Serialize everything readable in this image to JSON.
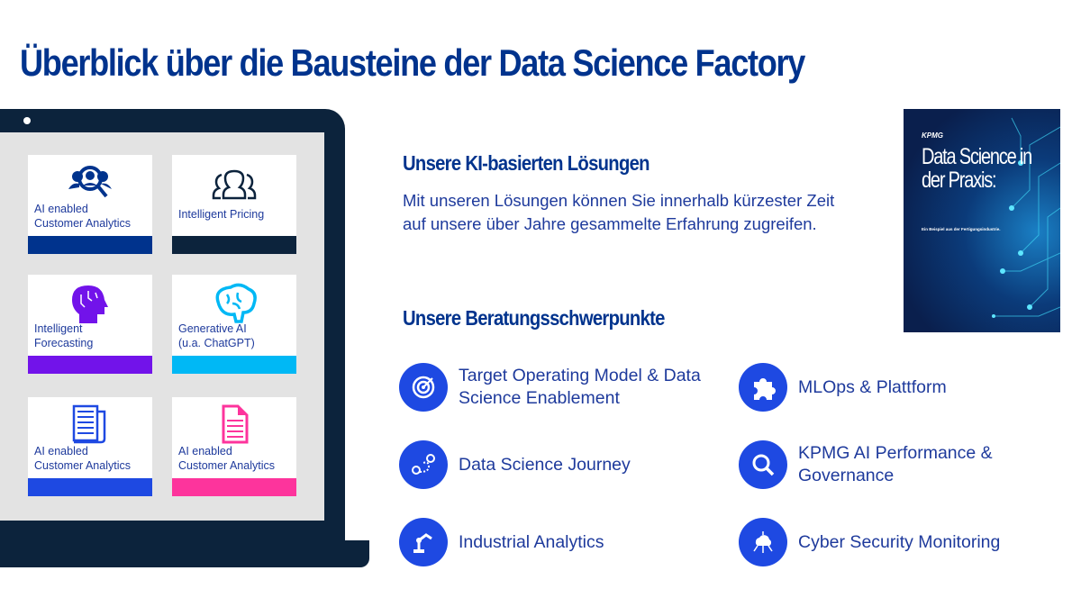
{
  "title": "Überblick über die Bausteine der Data Science Factory",
  "tiles": [
    {
      "label": "AI enabled\nCustomer Analytics",
      "icon": "customer-search-icon",
      "color": "#00338d"
    },
    {
      "label": "Intelligent Pricing",
      "icon": "people-icon",
      "color": "#0c233c"
    },
    {
      "label": "Intelligent\nForecasting",
      "icon": "ai-head-icon",
      "color": "#7213ea"
    },
    {
      "label": "Generative AI\n(u.a. ChatGPT)",
      "icon": "brain-icon",
      "color": "#00b8f5"
    },
    {
      "label": "AI enabled\nCustomer Analytics",
      "icon": "newspaper-icon",
      "color": "#1e49e2"
    },
    {
      "label": "AI enabled\nCustomer Analytics",
      "icon": "document-icon",
      "color": "#fd349c"
    }
  ],
  "solutions": {
    "heading": "Unsere KI-basierten Lösungen",
    "text": "Mit unseren Lösungen können Sie innerhalb kürzester Zeit auf unsere über Jahre gesammelte Erfahrung zugreifen."
  },
  "consulting": {
    "heading": "Unsere Beratungsschwerpunkte",
    "items": [
      {
        "label": "Target Operating Model & Data Science Enablement",
        "icon": "target-icon"
      },
      {
        "label": "MLOps & Plattform",
        "icon": "puzzle-icon"
      },
      {
        "label": "Data Science Journey",
        "icon": "route-icon"
      },
      {
        "label": "KPMG AI Performance & Governance",
        "icon": "magnifier-icon"
      },
      {
        "label": "Industrial Analytics",
        "icon": "robot-arm-icon"
      },
      {
        "label": "Cyber Security Monitoring",
        "icon": "cloud-network-icon"
      }
    ]
  },
  "cover": {
    "brand": "KPMG",
    "title": "Data Science in der Praxis:",
    "subtitle": "Ein Beispiel aus der Fertigungsindustrie."
  }
}
